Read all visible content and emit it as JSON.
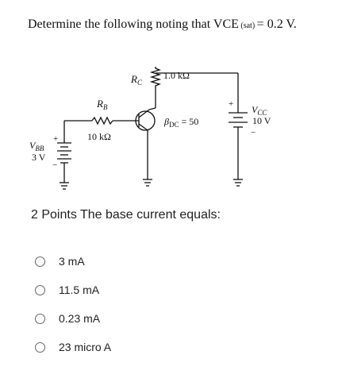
{
  "question": {
    "text_before": "Determine the following noting that V",
    "text_ce": "CE",
    "text_sub": " (sat) ",
    "text_after": "= 0.2 V."
  },
  "circuit": {
    "rc_symbol": "R",
    "rc_sub": "C",
    "rc_value": "1.0 kΩ",
    "rb_symbol": "R",
    "rb_sub": "B",
    "rb_value": "10 kΩ",
    "beta_symbol": "β",
    "beta_sub": "DC",
    "beta_value": "= 50",
    "vbb_symbol": "V",
    "vbb_sub": "BB",
    "vbb_value": "3 V",
    "vcc_symbol": "V",
    "vcc_sub": "CC",
    "vcc_value": "10 V",
    "plus": "+",
    "minus": "−"
  },
  "prompt": "2 Points The base current equals:",
  "options": [
    {
      "label": "3 mA"
    },
    {
      "label": "11.5 mA"
    },
    {
      "label": "0.23 mA"
    },
    {
      "label": "23 micro A"
    }
  ]
}
